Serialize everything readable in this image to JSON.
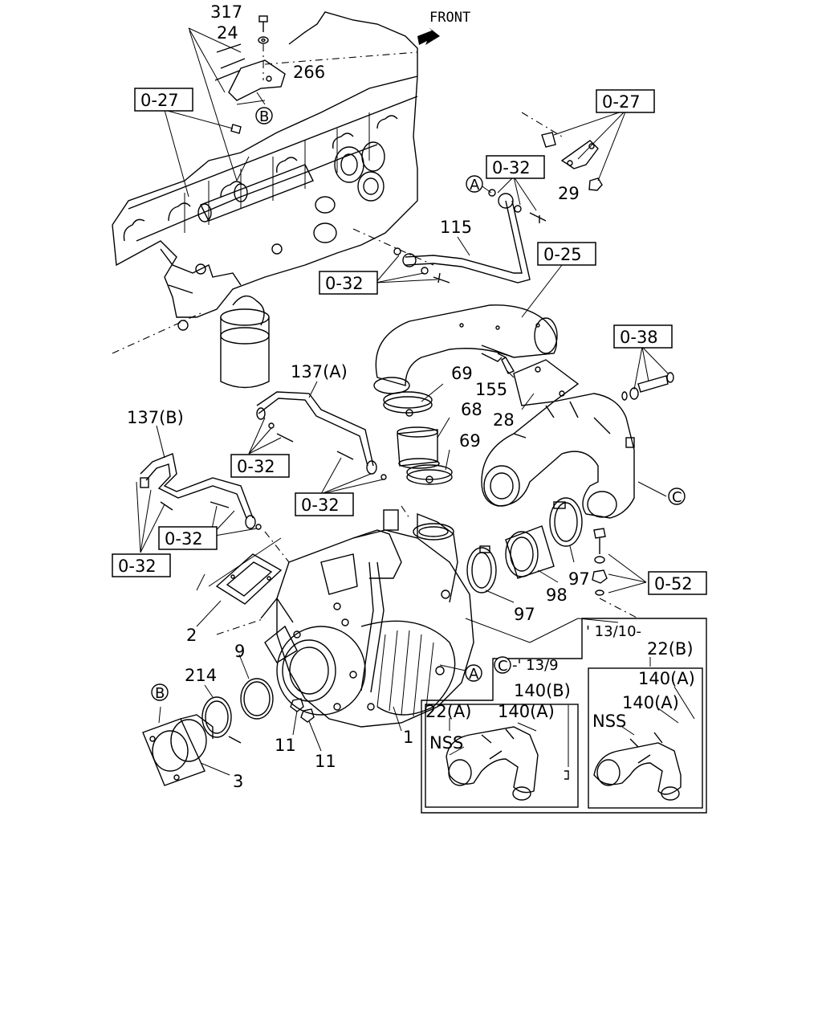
{
  "diagram": {
    "front_label": "FRONT",
    "callouts": {
      "c317": "317",
      "c24": "24",
      "c266": "266",
      "c29": "29",
      "c115": "115",
      "c137a": "137(A)",
      "c137b": "137(B)",
      "c69a": "69",
      "c68": "68",
      "c69b": "69",
      "c155": "155",
      "c28": "28",
      "c97a": "97",
      "c98": "98",
      "c97b": "97",
      "c2": "2",
      "c9": "9",
      "c214": "214",
      "c3": "3",
      "c1": "1",
      "c11a": "11",
      "c11b": "11"
    },
    "ref_boxes": {
      "r027_left": "0-27",
      "r027_right": "0-27",
      "r032_top": "0-32",
      "r032_mid": "0-32",
      "r025": "0-25",
      "r038": "0-38",
      "r032_a": "0-32",
      "r032_b": "0-32",
      "r032_c": "0-32",
      "r032_d": "0-32",
      "r052": "0-52"
    },
    "circle_markers": {
      "b_top": "B",
      "a_top": "A",
      "c_right": "C",
      "a_bottom": "A",
      "b_bottom": "B"
    },
    "inset": {
      "date_range_outer": "' 13/10-",
      "c_marker": "C",
      "date_range_inner": "-' 13/9",
      "left_part": "22(A)",
      "left_nss": "NSS",
      "left_140a": "140(A)",
      "left_140b": "140(B)",
      "right_part": "22(B)",
      "right_140a_1": "140(A)",
      "right_140a_2": "140(A)",
      "right_nss": "NSS"
    }
  }
}
